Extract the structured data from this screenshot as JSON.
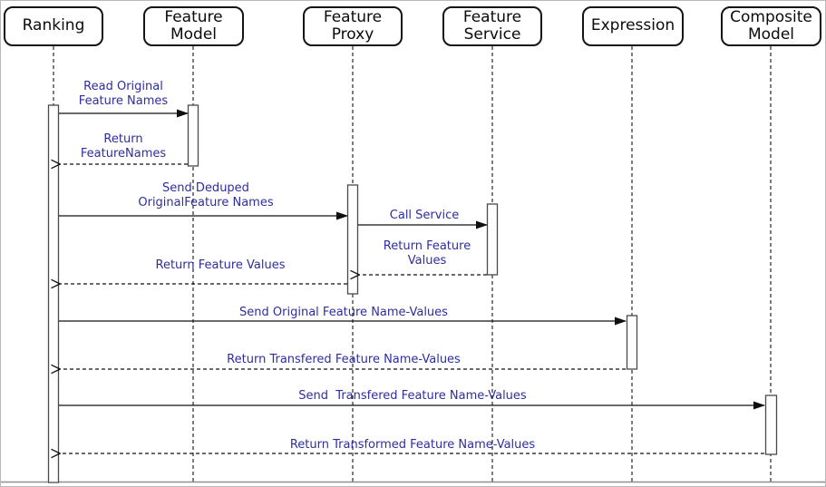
{
  "diagram": {
    "kind": "uml-sequence-diagram",
    "colors": {
      "background": "#ffffff",
      "message_text": "#2e2e9e",
      "line": "#1a1a1a",
      "activation_fill": "#fdfdfd",
      "activation_border": "#4a4a4a",
      "frame_border": "#b9b9b9"
    },
    "participants": [
      {
        "id": "ranking",
        "label": "Ranking"
      },
      {
        "id": "feature-model",
        "label": "Feature\nModel"
      },
      {
        "id": "feature-proxy",
        "label": "Feature\nProxy"
      },
      {
        "id": "feature-service",
        "label": "Feature\nService"
      },
      {
        "id": "expression",
        "label": "Expression"
      },
      {
        "id": "composite-model",
        "label": "Composite\nModel"
      }
    ],
    "messages": [
      {
        "label": "Read Original\nFeature Names",
        "from": "Ranking",
        "to": "Feature Model",
        "type": "solid-call"
      },
      {
        "label": "Return\nFeatureNames",
        "from": "Feature Model",
        "to": "Ranking",
        "type": "dashed-return"
      },
      {
        "label": "Send Deduped\nOriginalFeature Names",
        "from": "Ranking",
        "to": "Feature Proxy",
        "type": "solid-call"
      },
      {
        "label": "Call Service",
        "from": "Feature Proxy",
        "to": "Feature Service",
        "type": "solid-call"
      },
      {
        "label": "Return Feature\nValues",
        "from": "Feature Service",
        "to": "Feature Proxy",
        "type": "dashed-return"
      },
      {
        "label": "Return Feature Values",
        "from": "Feature Proxy",
        "to": "Ranking",
        "type": "dashed-return"
      },
      {
        "label": "Send Original Feature Name-Values",
        "from": "Ranking",
        "to": "Expression",
        "type": "solid-call"
      },
      {
        "label": "Return Transfered Feature Name-Values",
        "from": "Expression",
        "to": "Ranking",
        "type": "dashed-return"
      },
      {
        "label": "Send  Transfered Feature Name-Values",
        "from": "Ranking",
        "to": "Composite Model",
        "type": "solid-call"
      },
      {
        "label": "Return Transformed Feature Name-Values",
        "from": "Composite Model",
        "to": "Ranking",
        "type": "dashed-return"
      }
    ]
  }
}
